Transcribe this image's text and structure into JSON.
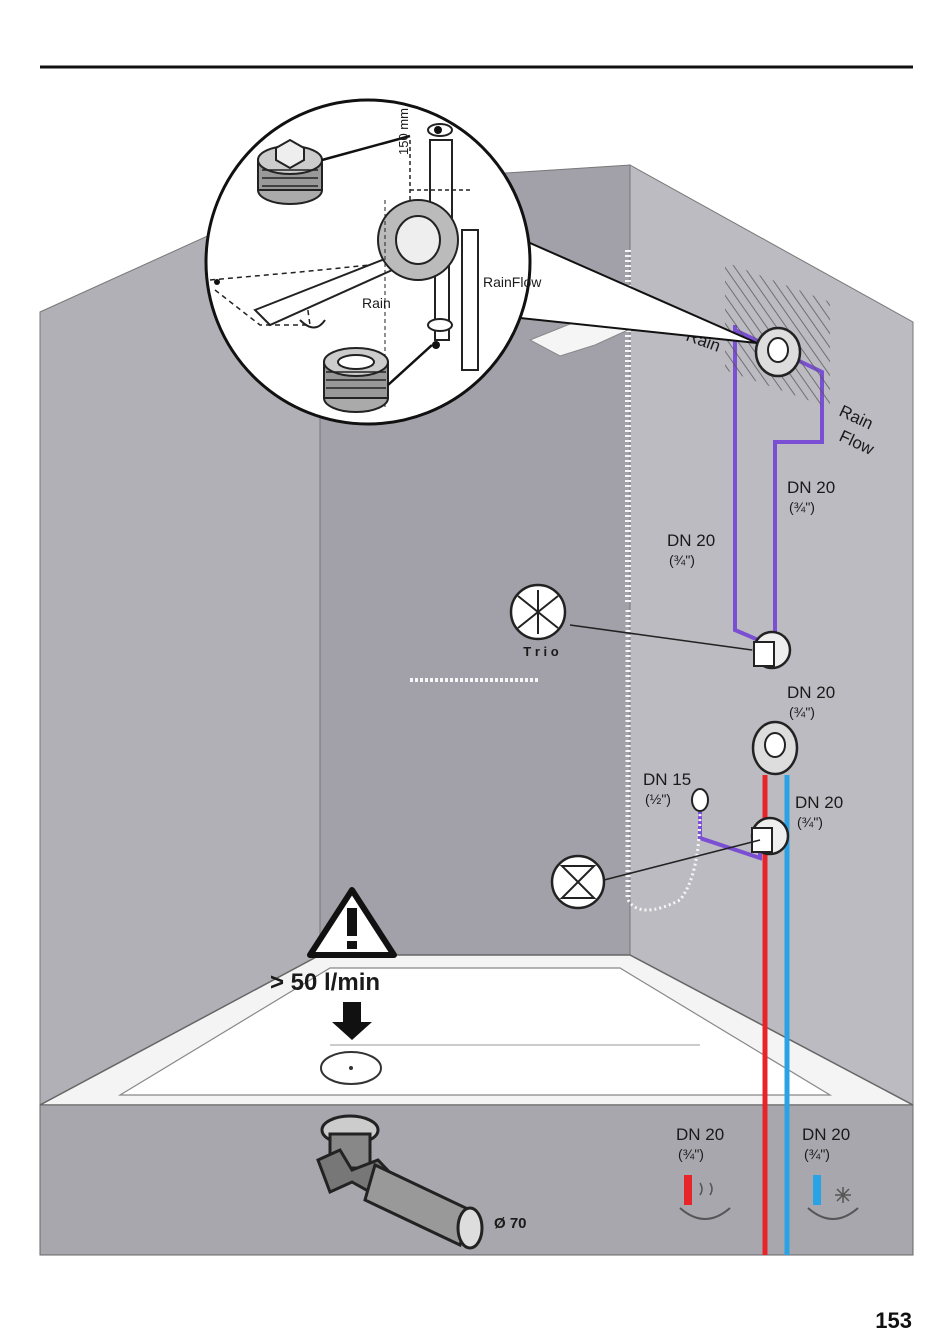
{
  "labels": {
    "rain_detail": "Rain",
    "rainflow_detail": "RainFlow",
    "dim_150": "150 mm",
    "rain_wall": "Rain",
    "rain_flow_1": "Rain",
    "rain_flow_2": "Flow",
    "dn20_a": "DN 20",
    "dn20_a_in": "(¾\")",
    "dn20_b": "DN 20",
    "dn20_b_in": "(¾\")",
    "dn20_c": "DN 20",
    "dn20_c_in": "(¾\")",
    "dn15": "DN 15",
    "dn15_in": "(½\")",
    "dn20_d": "DN 20",
    "dn20_d_in": "(¾\")",
    "trio": "T r i o",
    "flow_warning": "> 50 l/min",
    "drain_diameter": "Ø 70",
    "hot_dn": "DN 20",
    "hot_in": "(¾\")",
    "cold_dn": "DN 20",
    "cold_in": "(¾\")"
  },
  "colors": {
    "wall_back": "#a2a1a9",
    "wall_left": "#b1b0b7",
    "wall_right": "#bcbbc1",
    "base": "#a8a7ad",
    "pipe_purple": "#7a4fd3",
    "pipe_hot": "#e8242b",
    "pipe_cold": "#2aa3e6"
  },
  "page": {
    "number": "153"
  }
}
